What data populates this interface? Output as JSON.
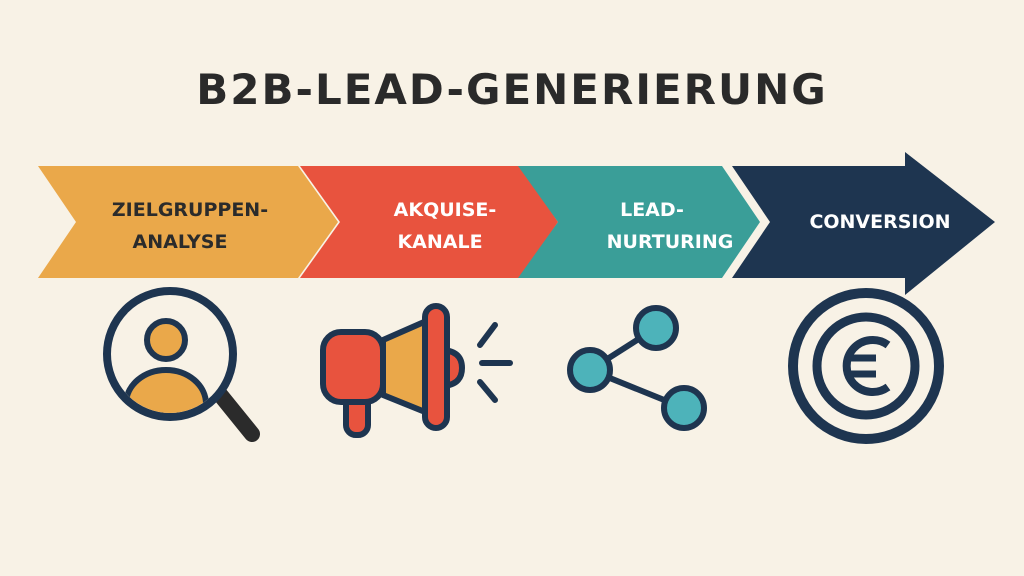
{
  "title": "B2B-LEAD-GENERIERUNG",
  "steps": [
    {
      "line1": "ZIELGRUPPEN-",
      "line2": "ANALYSE",
      "color": "#EAA84A",
      "text_color": "#2B2B2B",
      "icon": "magnifier-user-icon"
    },
    {
      "line1": "AKQUISE-",
      "line2": "KANALE",
      "color": "#E8533E",
      "text_color": "#FFFFFF",
      "icon": "megaphone-icon"
    },
    {
      "line1": "LEAD-",
      "line2": "NURTURING",
      "color": "#3A9E98",
      "text_color": "#FFFFFF",
      "icon": "share-nodes-icon"
    },
    {
      "line1": "CONVERSION",
      "color": "#1E3550",
      "text_color": "#FFFFFF",
      "icon": "euro-coin-icon"
    }
  ],
  "colors": {
    "background": "#F8F2E6",
    "dark": "#1E3550",
    "orange": "#EAA84A",
    "red": "#E8533E",
    "teal": "#4DB3BA"
  }
}
